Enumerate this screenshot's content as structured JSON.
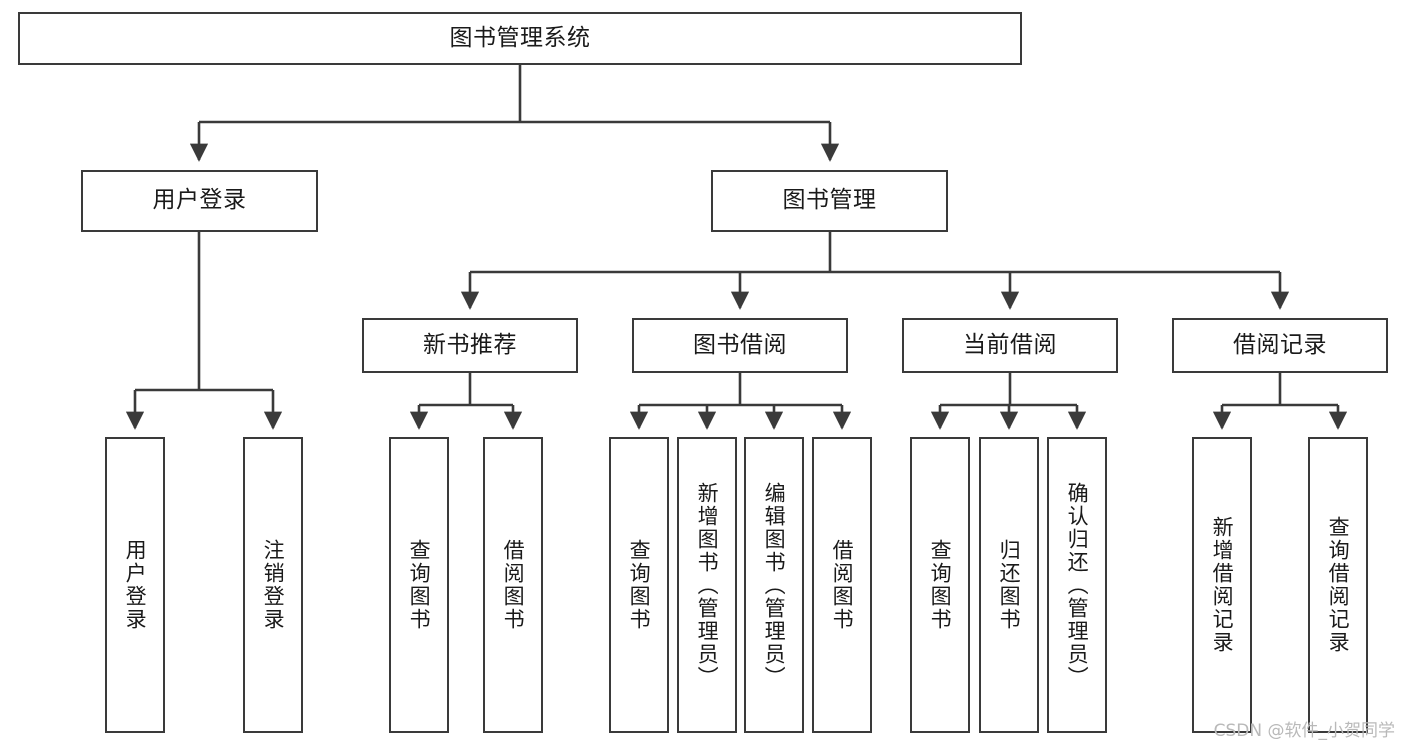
{
  "diagram": {
    "type": "tree",
    "title": "图书管理系统",
    "orientation": "top-down",
    "colors": {
      "box_border": "#3a3a3a",
      "box_fill": "#ffffff",
      "connector": "#3a3a3a",
      "text": "#1a1a1a",
      "watermark": "#b9b9b9",
      "background": "#ffffff"
    },
    "root": {
      "label": "图书管理系统"
    },
    "level2": [
      {
        "label": "用户登录"
      },
      {
        "label": "图书管理"
      }
    ],
    "level3": [
      {
        "label": "新书推荐"
      },
      {
        "label": "图书借阅"
      },
      {
        "label": "当前借阅"
      },
      {
        "label": "借阅记录"
      }
    ],
    "leaves": {
      "user_login": [
        {
          "label": "用户登录"
        },
        {
          "label": "注销登录"
        }
      ],
      "new_book": [
        {
          "label": "查询图书"
        },
        {
          "label": "借阅图书"
        }
      ],
      "book_borrow": [
        {
          "label": "查询图书"
        },
        {
          "label": "新增图书（管理员）"
        },
        {
          "label": "编辑图书（管理员）"
        },
        {
          "label": "借阅图书"
        }
      ],
      "current_borrow": [
        {
          "label": "查询图书"
        },
        {
          "label": "归还图书"
        },
        {
          "label": "确认归还（管理员）"
        }
      ],
      "borrow_record": [
        {
          "label": "新增借阅记录"
        },
        {
          "label": "查询借阅记录"
        }
      ]
    }
  },
  "watermark": {
    "text": "CSDN @软件_小贺同学"
  }
}
